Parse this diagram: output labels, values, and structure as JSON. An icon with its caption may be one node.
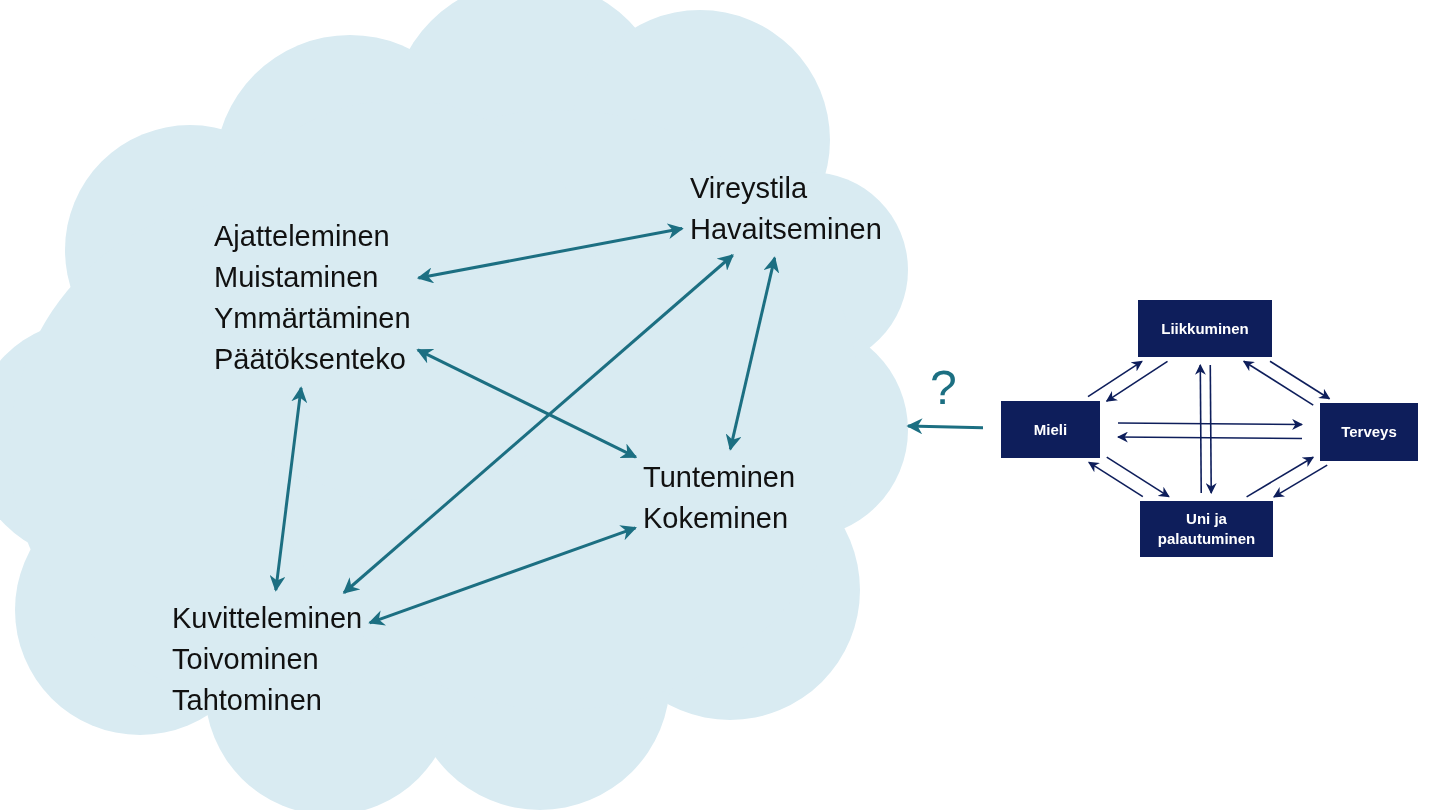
{
  "diagram": {
    "nodes": [
      {
        "text": [],
        "shape": "cloud"
      },
      {
        "text": [
          "Vireystila",
          "Havaitseminen"
        ],
        "in": 0
      },
      {
        "text": [
          "Ajatteleminen",
          "Muistaminen",
          "Ymmärtäminen",
          "Päätöksenteko"
        ],
        "in": 0
      },
      {
        "text": [
          "Tunteminen",
          "Kokeminen"
        ],
        "in": 0
      },
      {
        "text": [
          "Kuvitteleminen",
          "Toivominen",
          "Tahtominen"
        ],
        "in": 0
      },
      {
        "text": [
          "Liikkuminen"
        ]
      },
      {
        "text": [
          "Mieli"
        ]
      },
      {
        "text": [
          "Terveys"
        ]
      },
      {
        "text": [
          "Uni ja palautuminen"
        ]
      }
    ],
    "edges": [
      {
        "from": 2,
        "to": 1,
        "arrow": "both",
        "color": "#1c6f82"
      },
      {
        "from": 2,
        "to": 3,
        "arrow": "both",
        "color": "#1c6f82"
      },
      {
        "from": 2,
        "to": 4,
        "arrow": "both",
        "color": "#1c6f82"
      },
      {
        "from": 1,
        "to": 4,
        "arrow": "both",
        "color": "#1c6f82"
      },
      {
        "from": 1,
        "to": 3,
        "arrow": "both",
        "color": "#1c6f82"
      },
      {
        "from": 3,
        "to": 4,
        "arrow": "both",
        "color": "#1c6f82"
      },
      {
        "from": 5,
        "to": 6,
        "arrow": "to"
      },
      {
        "from": 6,
        "to": 5,
        "arrow": "to"
      },
      {
        "from": 5,
        "to": 7,
        "arrow": "to"
      },
      {
        "from": 7,
        "to": 5,
        "arrow": "to"
      },
      {
        "from": 7,
        "to": 6,
        "arrow": "to"
      },
      {
        "from": 6,
        "to": 7,
        "arrow": "to"
      },
      {
        "from": 5,
        "to": 8,
        "arrow": "to"
      },
      {
        "from": 8,
        "to": 5,
        "arrow": "to"
      },
      {
        "from": 6,
        "to": 8,
        "arrow": "to"
      },
      {
        "from": 8,
        "to": 6,
        "arrow": "to"
      },
      {
        "from": 8,
        "to": 7,
        "arrow": "to"
      },
      {
        "from": 7,
        "to": 8,
        "arrow": "to"
      },
      {
        "from": 6,
        "to": 0,
        "arrow": "to",
        "label": "?",
        "color": "#1c6f82"
      }
    ]
  }
}
